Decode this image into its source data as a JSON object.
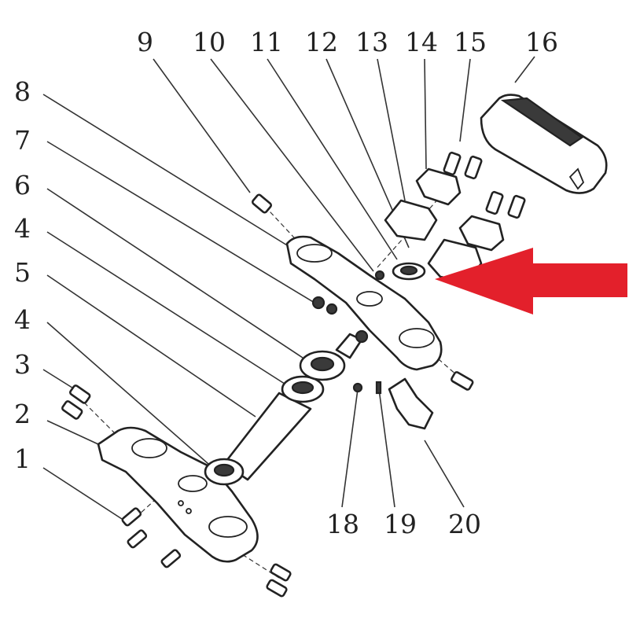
{
  "callouts": [
    {
      "id": "1",
      "text": "1"
    },
    {
      "id": "2",
      "text": "2"
    },
    {
      "id": "3",
      "text": "3"
    },
    {
      "id": "4a",
      "text": "4"
    },
    {
      "id": "5",
      "text": "5"
    },
    {
      "id": "4b",
      "text": "4"
    },
    {
      "id": "6",
      "text": "6"
    },
    {
      "id": "7",
      "text": "7"
    },
    {
      "id": "8",
      "text": "8"
    },
    {
      "id": "9",
      "text": "9"
    },
    {
      "id": "10",
      "text": "10"
    },
    {
      "id": "11",
      "text": "11"
    },
    {
      "id": "12",
      "text": "12"
    },
    {
      "id": "13",
      "text": "13"
    },
    {
      "id": "14",
      "text": "14"
    },
    {
      "id": "15",
      "text": "15"
    },
    {
      "id": "16",
      "text": "16"
    },
    {
      "id": "18",
      "text": "18"
    },
    {
      "id": "19",
      "text": "19"
    },
    {
      "id": "20",
      "text": "20"
    }
  ],
  "colors": {
    "arrow": "#e3202b",
    "line": "#222222",
    "background": "#ffffff"
  },
  "icons": {
    "pointer": "red-arrow-icon"
  }
}
